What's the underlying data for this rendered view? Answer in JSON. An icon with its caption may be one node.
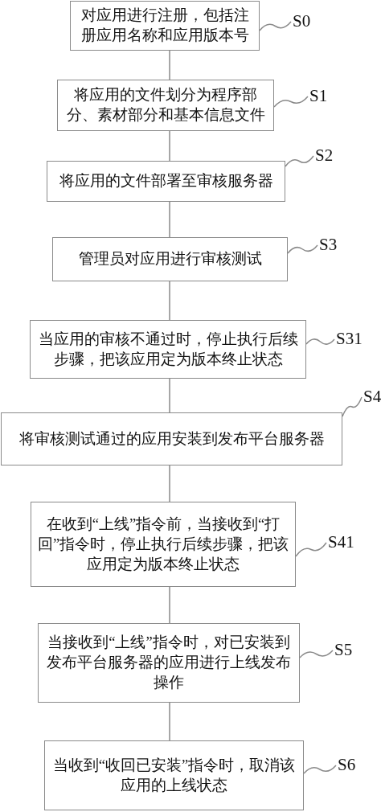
{
  "diagram": {
    "nodes": [
      {
        "text": [
          "对应用进行注册，包括注册应用名称和应用版本号"
        ]
      },
      {
        "text": [
          "将应用的文件划分为程序部分、素材部分和基本信息文件"
        ]
      },
      {
        "text": [
          "将应用的文件部署至审核服务器"
        ]
      },
      {
        "text": [
          "管理员对应用进行审核测试"
        ]
      },
      {
        "text": [
          "当应用的审核不通过时，停止执行后续步骤，把该应用定为版本终止状态"
        ]
      },
      {
        "text": [
          "将审核测试通过的应用安装到发布平台服务器"
        ]
      },
      {
        "text": [
          "在收到“上线”指令前，当接收到“打回”指令时，停止执行后续步骤，把该应用定为版本终止状态"
        ]
      },
      {
        "text": [
          "当接收到“上线”指令时，对已安装到发布平台服务器的应用进行上线发布操作"
        ]
      },
      {
        "text": [
          "当收到“收回已安装”指令时，取消该应用的上线状态"
        ]
      },
      {
        "text": [
          "S0"
        ]
      },
      {
        "text": [
          "S1"
        ]
      },
      {
        "text": [
          "S2"
        ]
      },
      {
        "text": [
          "S3"
        ]
      },
      {
        "text": [
          "S31"
        ]
      },
      {
        "text": [
          "S4"
        ]
      },
      {
        "text": [
          "S41"
        ]
      },
      {
        "text": [
          "S5"
        ]
      },
      {
        "text": [
          "S6"
        ]
      }
    ],
    "edges": [
      {
        "from": 0,
        "to": 1,
        "arrow": "none"
      },
      {
        "from": 1,
        "to": 2,
        "arrow": "none"
      },
      {
        "from": 2,
        "to": 3,
        "arrow": "none"
      },
      {
        "from": 3,
        "to": 4,
        "arrow": "none"
      },
      {
        "from": 4,
        "to": 5,
        "arrow": "none"
      },
      {
        "from": 5,
        "to": 6,
        "arrow": "none"
      },
      {
        "from": 6,
        "to": 7,
        "arrow": "none"
      },
      {
        "from": 7,
        "to": 8,
        "arrow": "none"
      },
      {
        "from": 9,
        "to": 0,
        "arrow": "none"
      },
      {
        "from": 10,
        "to": 1,
        "arrow": "none"
      },
      {
        "from": 11,
        "to": 2,
        "arrow": "none"
      },
      {
        "from": 12,
        "to": 3,
        "arrow": "none"
      },
      {
        "from": 13,
        "to": 4,
        "arrow": "none"
      },
      {
        "from": 14,
        "to": 5,
        "arrow": "none"
      },
      {
        "from": 15,
        "to": 6,
        "arrow": "none"
      },
      {
        "from": 16,
        "to": 7,
        "arrow": "none"
      },
      {
        "from": 17,
        "to": 8,
        "arrow": "none"
      }
    ]
  }
}
